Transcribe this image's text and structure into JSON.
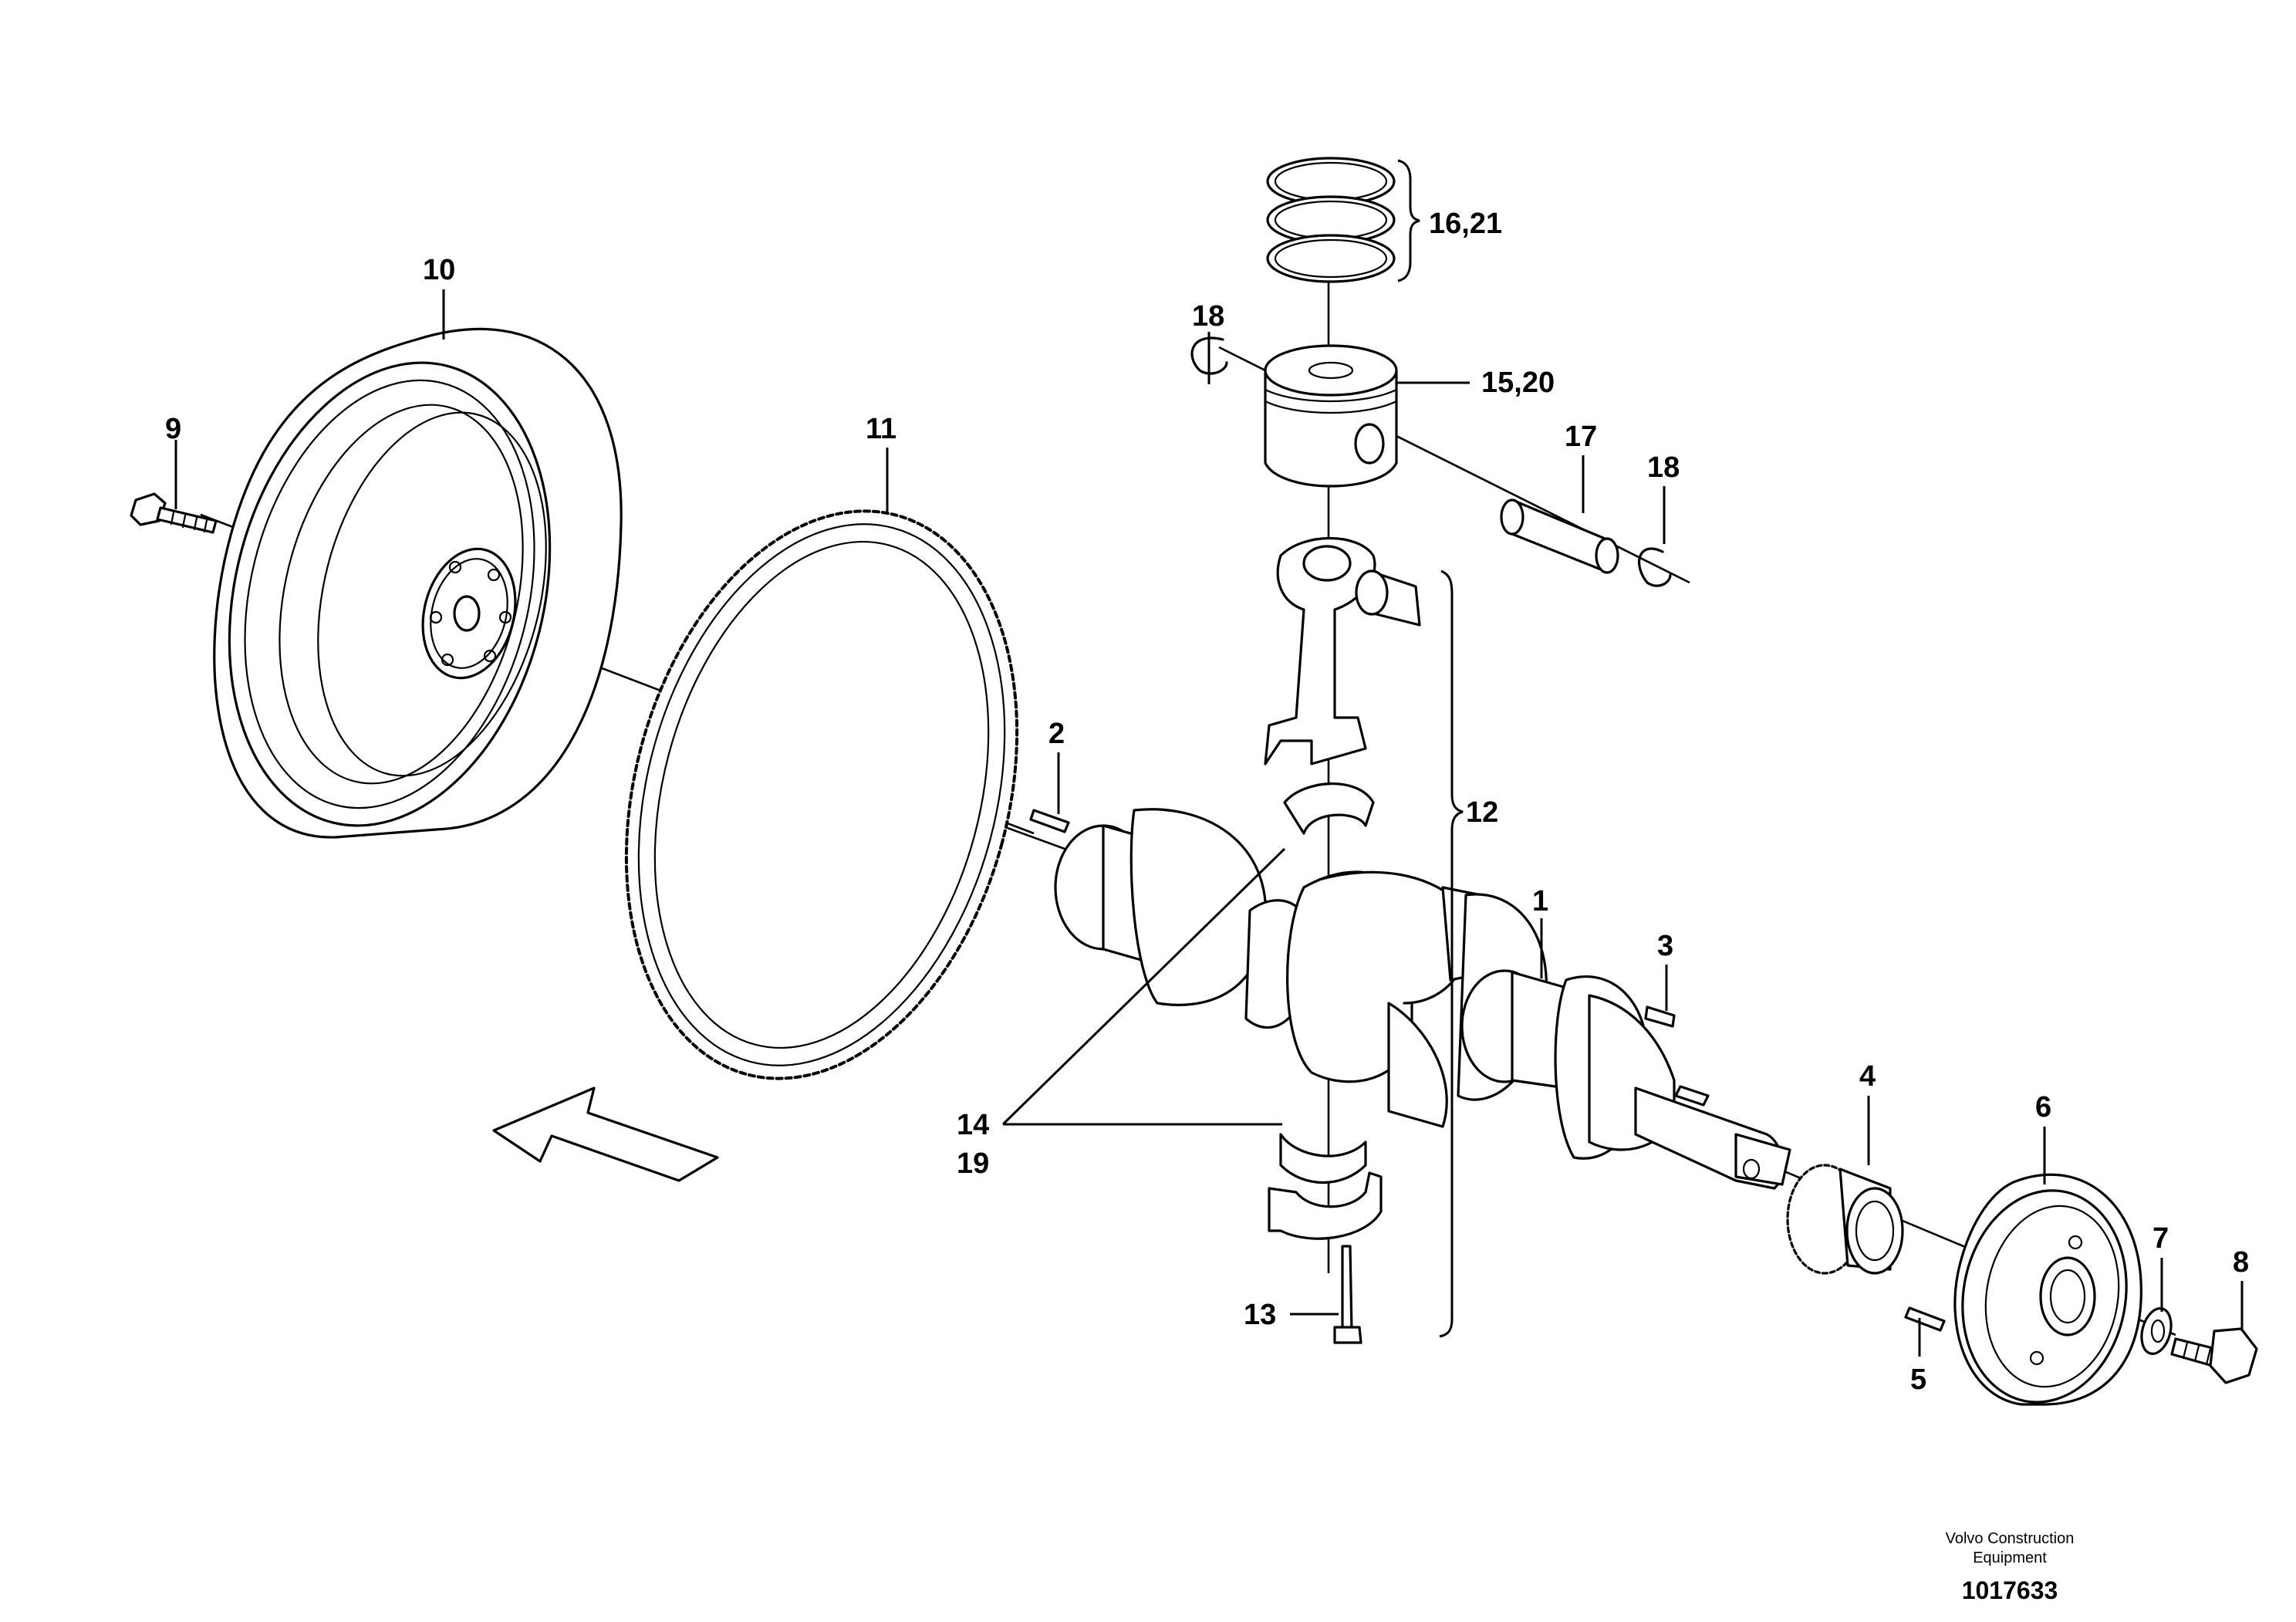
{
  "callouts": {
    "c1": "1",
    "c2": "2",
    "c3": "3",
    "c4": "4",
    "c5": "5",
    "c6": "6",
    "c7": "7",
    "c8": "8",
    "c9": "9",
    "c10": "10",
    "c11": "11",
    "c12": "12",
    "c13": "13",
    "c14": "14",
    "c15_20": "15,20",
    "c16_21": "16,21",
    "c17": "17",
    "c18a": "18",
    "c18b": "18",
    "c19": "19"
  },
  "footer": {
    "brand_line1": "Volvo Construction",
    "brand_line2": "Equipment",
    "drawing_number": "1017633"
  },
  "icons": {
    "direction": "arrow-icon"
  }
}
